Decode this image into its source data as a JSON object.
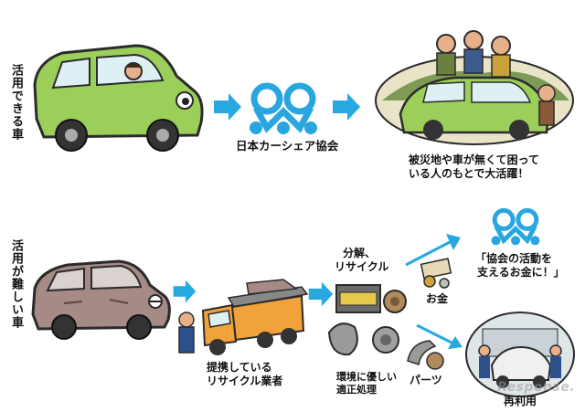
{
  "labels": {
    "usable_car": "活用できる車",
    "difficult_car": "活用が難しい車"
  },
  "org_name": "日本カーシェア協会",
  "disaster_caption": [
    "被災地や車が無くて困って",
    "いる人のもとで大活躍！"
  ],
  "partner_caption": [
    "提携している",
    "リサイクル業者"
  ],
  "disassembly_caption": [
    "分解、",
    "リサイクル"
  ],
  "disposal_caption": [
    "環境に優しい",
    "適正処理"
  ],
  "money_label": "お金",
  "parts_label": "パーツ",
  "support_caption": [
    "「協会の活動を",
    "支えるお金に！」"
  ],
  "reuse_label": "再利用",
  "watermark": "Response.",
  "colors": {
    "arrow": "#28a8e0",
    "logo": "#29a6df",
    "green_car": "#9ccf5a",
    "brown_car": "#a58a86",
    "truck": "#f2a23a"
  },
  "icons": [
    "car-share-logo-icon",
    "arrow-right-icon"
  ]
}
